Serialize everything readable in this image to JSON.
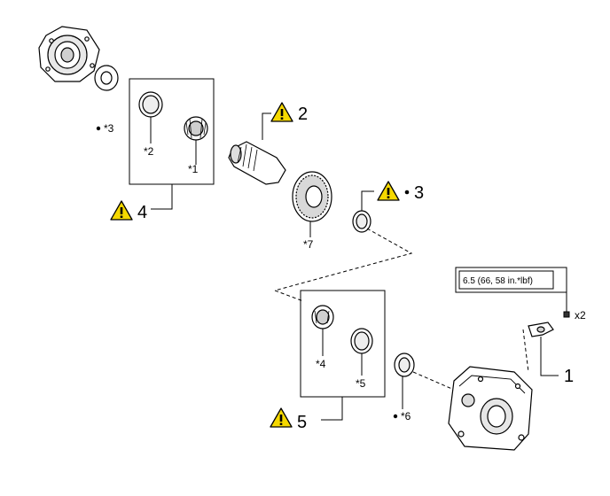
{
  "diagram": {
    "torque_spec": "6.5 (66, 58 in.*lbf)",
    "quantity": "x2",
    "callouts": [
      {
        "id": "c1",
        "text": "1"
      },
      {
        "id": "c2",
        "text": "2"
      },
      {
        "id": "c3",
        "text": "3"
      },
      {
        "id": "c4",
        "text": "4"
      },
      {
        "id": "c5",
        "text": "5"
      }
    ],
    "part_notes": [
      {
        "id": "n1",
        "text": "*1"
      },
      {
        "id": "n2",
        "text": "*2"
      },
      {
        "id": "n3",
        "text": "*3"
      },
      {
        "id": "n4",
        "text": "*4"
      },
      {
        "id": "n5",
        "text": "*5"
      },
      {
        "id": "n6",
        "text": "*6"
      },
      {
        "id": "n7",
        "text": "*7"
      }
    ],
    "warning_symbol": "!",
    "colors": {
      "warning_fill": "#f5d800",
      "line": "#000000",
      "part_fill": "#ffffff",
      "part_shade": "#cfcfcf"
    },
    "icons": [
      "warning-triangle-icon",
      "bullet-dot-icon",
      "bolt-icon"
    ]
  }
}
